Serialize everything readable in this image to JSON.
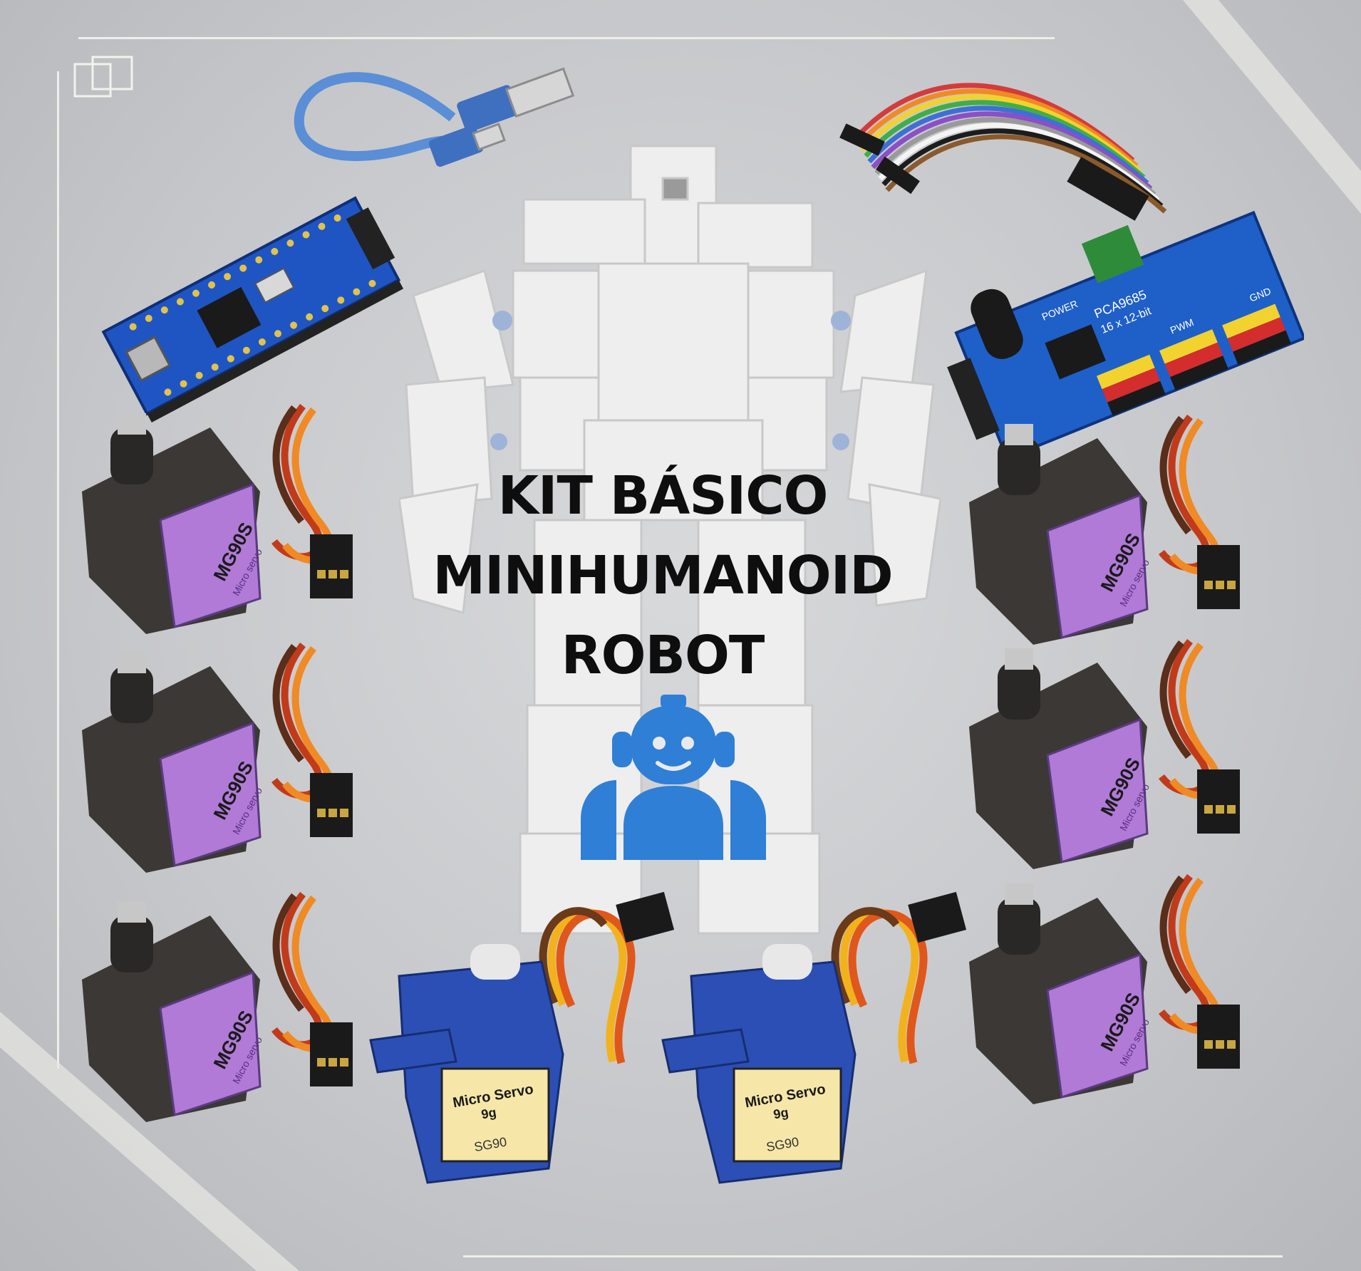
{
  "title": {
    "line1": "KIT BÁSICO",
    "line2": "MINIHUMANOID",
    "line3": "ROBOT"
  },
  "servo_mg90s": {
    "model": "MG90S",
    "subtitle": "Micro servo"
  },
  "servo_sg90": {
    "label1": "Micro Servo",
    "label2": "9g",
    "model": "SG90"
  },
  "pwm_board": {
    "chip": "PCA9685",
    "desc": "16 x 12-bit",
    "power": "POWER",
    "pwm": "PWM",
    "gnd": "GND"
  },
  "colors": {
    "background": "#c9cacc",
    "logo_blue": "#2f7fd6",
    "servo_purple": "#b07ad6",
    "servo_blue": "#2c4fb5",
    "board_blue": "#1f5fc8"
  },
  "icons": [
    "robot-logo-icon",
    "usb-cable-icon",
    "jumper-wires-icon"
  ]
}
